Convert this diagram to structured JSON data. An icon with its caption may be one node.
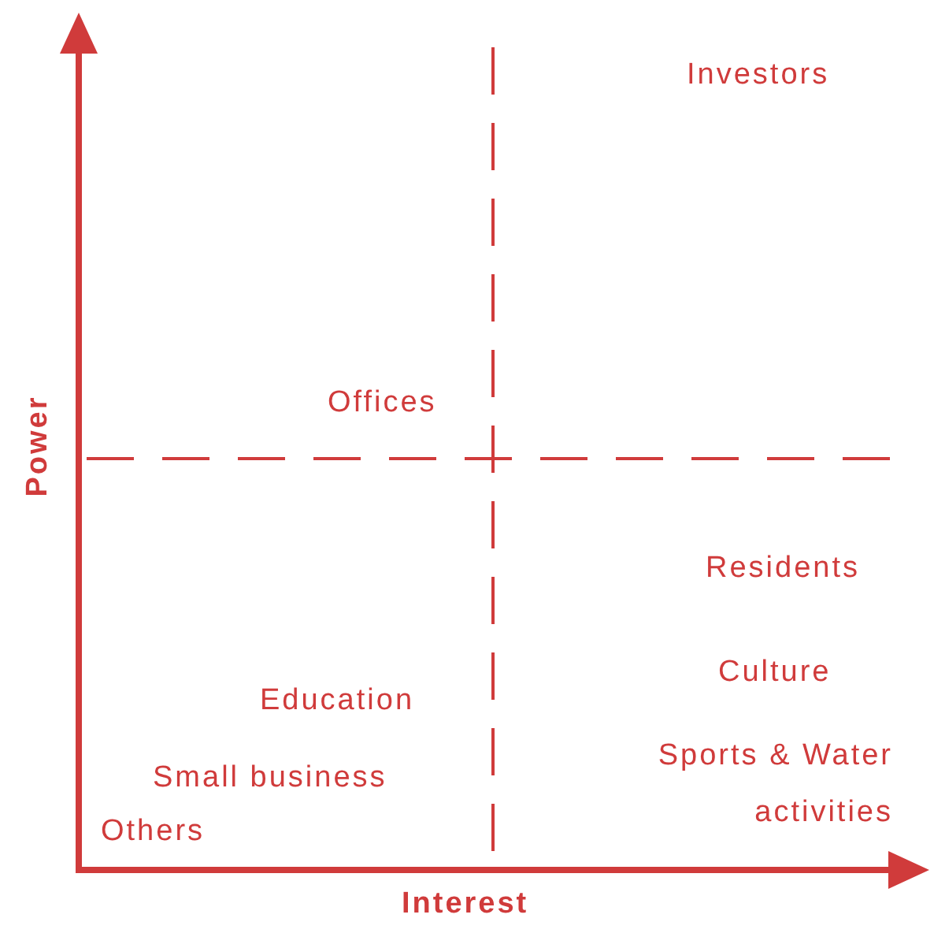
{
  "diagram": {
    "labels": [
      "Investors",
      "Offices",
      "Power",
      "Residents",
      "Culture",
      "Education",
      "Sports & Water activities",
      "Small business",
      "Others",
      "Interest"
    ]
  }
}
